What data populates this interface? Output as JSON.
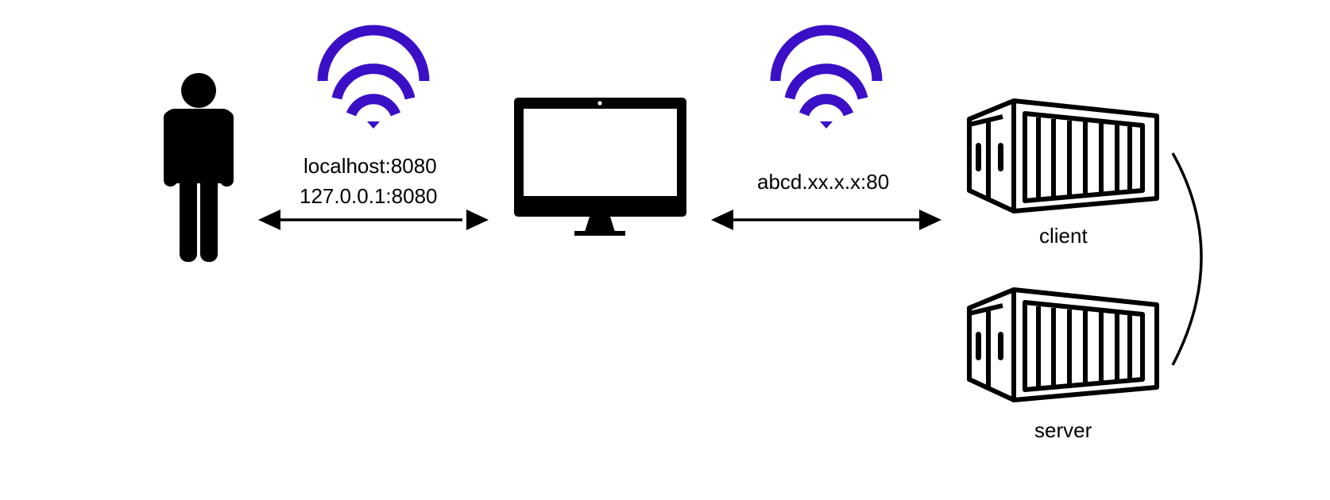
{
  "colors": {
    "wifi": "#3a0fc6",
    "stroke": "#000000",
    "background": "#ffffff"
  },
  "nodes": {
    "user": {
      "icon": "person-icon"
    },
    "computer": {
      "icon": "monitor-icon"
    },
    "client": {
      "icon": "container-icon",
      "label": "client"
    },
    "server": {
      "icon": "container-icon",
      "label": "server"
    }
  },
  "links": {
    "user_computer": {
      "wifi_icon": "wifi-icon",
      "label_line1": "localhost:8080",
      "label_line2": "127.0.0.1:8080"
    },
    "computer_client": {
      "wifi_icon": "wifi-icon",
      "label": "abcd.xx.x.x:80"
    },
    "client_server": {
      "style": "curved-line"
    }
  }
}
